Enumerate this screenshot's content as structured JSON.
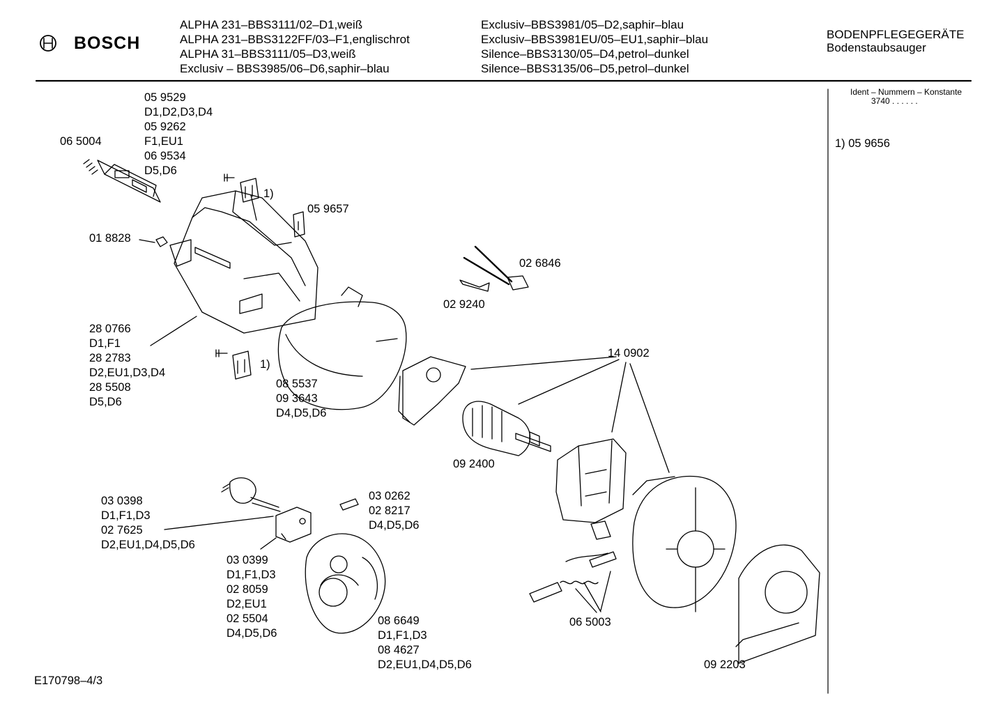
{
  "header": {
    "brand": "BOSCH",
    "models_left": [
      "ALPHA 231–BBS3111/02–D1,weiß",
      "ALPHA 231–BBS3122FF/03–F1,englischrot",
      "ALPHA 31–BBS3111/05–D3,weiß",
      "Exclusiv – BBS3985/06–D6,saphir–blau"
    ],
    "models_right": [
      "Exclusiv–BBS3981/05–D2,saphir–blau",
      "Exclusiv–BBS3981EU/05–EU1,saphir–blau",
      "Silence–BBS3130/05–D4,petrol–dunkel",
      "Silence–BBS3135/06–D5,petrol–dunkel"
    ],
    "category": "BODENPFLEGEGERÄTE",
    "subcategory": "Bodenstaubsauger"
  },
  "sidebar": {
    "ident_title": "Ident – Nummern – Konstante",
    "ident_value": "3740  . .   . . . .",
    "footnote": "1)  05 9656"
  },
  "footer": {
    "drawing_id": "E170798–4/3"
  },
  "labels": {
    "cover_top": [
      "05 9529",
      "D1,D2,D3,D4",
      "05 9262",
      "F1,EU1",
      "06 9534",
      "D5,D6"
    ],
    "switch": "06 5004",
    "clip_a": "1)",
    "clip_b": "1)",
    "plate": "05 9657",
    "nut": "01 8828",
    "brush_holder": "02 6846",
    "spring_clip": "02 9240",
    "housing": [
      "28 0766",
      "D1,F1",
      "28 2783",
      "D2,EU1,D3,D4",
      "28 5508",
      "D5,D6"
    ],
    "filter": [
      "08 5537",
      "09 3643",
      "D4,D5,D6"
    ],
    "motor_set": "14 0902",
    "armature": "09 2400",
    "plug": [
      "03 0398",
      "D1,F1,D3",
      "02 7625",
      "D2,EU1,D4,D5,D6"
    ],
    "fuse": [
      "03 0262",
      "02 8217",
      "D4,D5,D6"
    ],
    "cable": [
      "03 0399",
      "D1,F1,D3",
      "02 8059",
      "D2,EU1",
      "02 5504",
      "D4,D5,D6"
    ],
    "reel": [
      "08 6649",
      "D1,F1,D3",
      "08 4627",
      "D2,EU1,D4,D5,D6"
    ],
    "carbon": "06 5003",
    "fan_housing": "09 2203"
  }
}
